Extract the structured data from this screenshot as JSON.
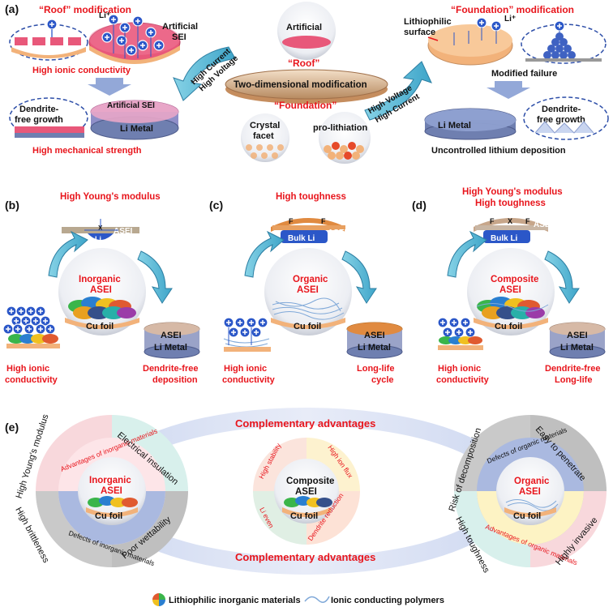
{
  "panel_a": {
    "label": "(a)",
    "roof_mod": "“Roof” modification",
    "foundation_mod": "“Foundation” modification",
    "li_plus": "Li⁺",
    "artificial_sei_top": "Artificial",
    "artificial_sei_top2": "SEI",
    "high_ionic": "High ionic conductivity",
    "dendrite_free_1": "Dendrite-",
    "dendrite_free_2": "free growth",
    "artificial_sei": "Artificial SEI",
    "li_metal": "Li Metal",
    "high_mech": "High mechanical strength",
    "arrow_left_1": "High Current",
    "arrow_left_2": "High Voltage",
    "center_artificial": "Artificial",
    "center_roof": "“Roof”",
    "center_two_dim": "Two-dimensional modification",
    "center_foundation": "“Foundation”",
    "crystal_1": "Crystal",
    "crystal_2": "facet",
    "prolith": "pro-lithiation",
    "arrow_right_1": "High Voltage",
    "arrow_right_2": "High Current",
    "lithiophilic_1": "Lithiophilic",
    "lithiophilic_2": "surface",
    "modified_failure": "Modified failure",
    "dendrite_free_r1": "Dendrite-",
    "dendrite_free_r2": "free growth",
    "li_metal_r": "Li Metal",
    "uncontrolled": "Uncontrolled lithium deposition"
  },
  "panel_b": {
    "label": "(b)",
    "title": "High Young's modulus",
    "asei": "ASEI",
    "li": "Li",
    "x": "X",
    "center_1": "Inorganic",
    "center_2": "ASEI",
    "cu_foil": "Cu foil",
    "left_1": "High ionic",
    "left_2": "conductivity",
    "right_1": "Dendrite-free",
    "right_2": "deposition",
    "asei_r": "ASEI",
    "li_metal": "Li Metal"
  },
  "panel_c": {
    "label": "(c)",
    "title": "High toughness",
    "f": "F",
    "asei": "ASEI",
    "bulk_li": "Bulk Li",
    "center_1": "Organic",
    "center_2": "ASEI",
    "cu_foil": "Cu foil",
    "left_1": "High ionic",
    "left_2": "conductivity",
    "right_1": "Long-life",
    "right_2": "cycle",
    "asei_r": "ASEI",
    "li_metal": "Li Metal"
  },
  "panel_d": {
    "label": "(d)",
    "title_1": "High Young's modulus",
    "title_2": "High toughness",
    "f": "F",
    "x": "X",
    "asei": "ASEI",
    "bulk_li": "Bulk Li",
    "center_1": "Composite",
    "center_2": "ASEI",
    "cu_foil": "Cu foil",
    "left_1": "High ionic",
    "left_2": "conductivity",
    "right_1": "Dendrite-free",
    "right_2": "Long-life",
    "asei_r": "ASEI",
    "li_metal": "Li Metal"
  },
  "panel_e": {
    "label": "(e)",
    "complementary_top": "Complementary advantages",
    "complementary_bottom": "Complementary advantages",
    "left": {
      "seg_tl": "High Young's modulus",
      "seg_tr": "Electrical insulation",
      "seg_bl": "High brittleness",
      "seg_br": "Poor wettability",
      "ring_top": "Advantages of inorganic materials",
      "ring_bottom": "Defects of inorganic materials",
      "center_1": "Inorganic",
      "center_2": "ASEI",
      "cu_foil": "Cu foil"
    },
    "center": {
      "q_tl": "High stability",
      "q_tr": "High ion flux",
      "q_bl": "Li even",
      "q_br": "Dendrite reduction",
      "center_1": "Composite",
      "center_2": "ASEI",
      "cu_foil": "Cu foil"
    },
    "right": {
      "seg_tl": "Risk of decomposition",
      "seg_tr": "Easy to penetrate",
      "seg_bl": "High toughness",
      "seg_br": "Highly invasive",
      "ring_top": "Defects of organic materials",
      "ring_bottom": "Advantages of organic materials",
      "center_1": "Organic",
      "center_2": "ASEI",
      "cu_foil": "Cu foil"
    }
  },
  "legend": {
    "item1": "Lithiophilic inorganic materials",
    "item2": "Ionic conducting polymers"
  },
  "colors": {
    "red_text": "#e8151c",
    "arrow_blue": "#5bb8d6",
    "li_metal": "#6f7fb0",
    "cu_foil": "#f2b27a",
    "sei_pink": "#e8587a",
    "ion_blue": "#2b57c8"
  }
}
